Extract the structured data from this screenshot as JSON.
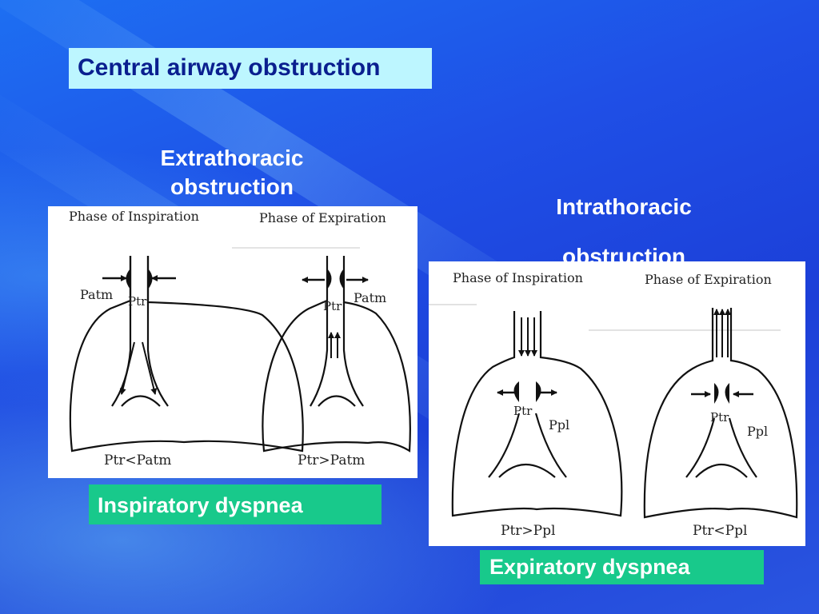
{
  "slide": {
    "title": "Central airway obstruction",
    "extrathoracic": {
      "heading_line1": "Extrathoracic",
      "heading_line2": "obstruction",
      "phase_inspiration": "Phase of Inspiration",
      "phase_expiration": "Phase of Expiration",
      "label_patm_left": "Patm",
      "label_ptr_left": "Ptr",
      "label_ptr_right": "Ptr",
      "label_patm_right": "Patm",
      "relation_left": "Ptr<Patm",
      "relation_right": "Ptr>Patm",
      "result": "Inspiratory dyspnea"
    },
    "intrathoracic": {
      "heading_line1": "Intrathoracic",
      "heading_line2": "obstruction",
      "phase_inspiration": "Phase of Inspiration",
      "phase_expiration": "Phase of Expiration",
      "label_ptr_left": "Ptr",
      "label_ppl_left": "Ppl",
      "label_ptr_right": "Ptr",
      "label_ppl_right": "Ppl",
      "relation_left": "Ptr>Ppl",
      "relation_right": "Ptr<Ppl",
      "result": "Expiratory dyspnea"
    }
  },
  "colors": {
    "title_box_bg": "#bdf6ff",
    "title_text": "#0a1f8f",
    "label_box_bg": "#18c98b",
    "background": "#1f4fe6"
  }
}
